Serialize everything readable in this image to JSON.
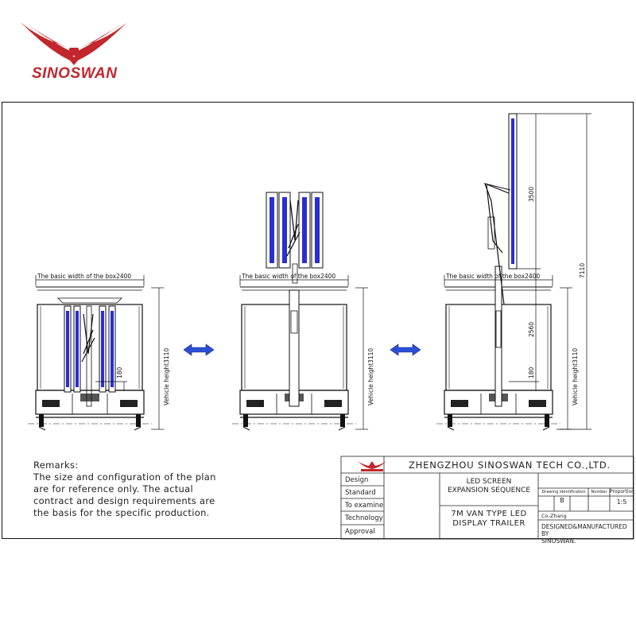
{
  "brand": {
    "name": "SINOSWAN",
    "primary_color": "#c1272d"
  },
  "drawing": {
    "box_width_label": "The basic width of the box2400",
    "vehicle_height_label": "Vehicle height3110",
    "dim_180": "180",
    "dim_2560": "2560",
    "dim_3500": "3500",
    "dim_7110": "7110",
    "screen_color": "#2a2fd0",
    "arrow_color": "#2a4fd6"
  },
  "remarks": {
    "title": "Remarks:",
    "text": "The size and configuration of the plan\nare for reference only. The actual\ncontract and design requirements are\nthe basis for the specific production."
  },
  "title_block": {
    "company": "ZHENGZHOU SINOSWAN TECH CO.,LTD.",
    "rows": [
      "Design",
      "Standard",
      "To examine",
      "Technology",
      "Approval"
    ],
    "drawing_title": "LED SCREEN\nEXPANSION SEQUENCE",
    "product_name": "7M VAN TYPE LED\nDISPLAY TRAILER",
    "col_headers": [
      "Drawing identification",
      "Number",
      "Proportion"
    ],
    "identification": "B",
    "proportion": "1:5",
    "drafter": "Co-Zhang",
    "manufacturer": "DESIGNED&MANUFACTURED BY\nSINOSWAN."
  }
}
